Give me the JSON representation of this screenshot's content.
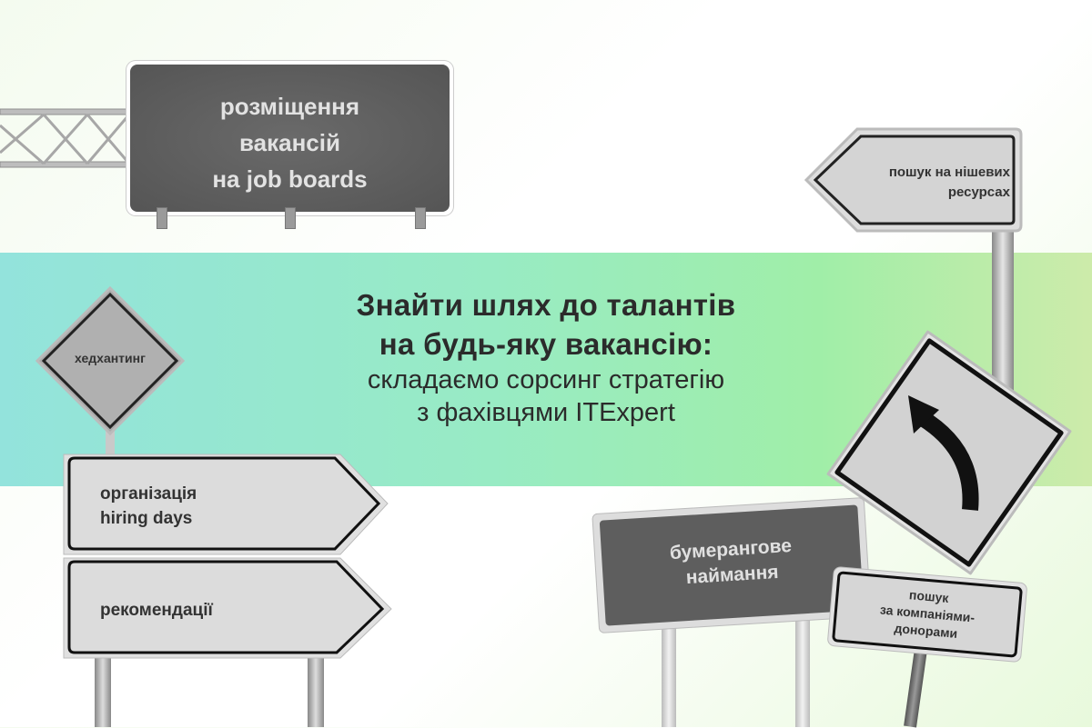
{
  "colors": {
    "band_left": "#93e3dc",
    "band_right": "#cdebaa",
    "headline_text": "#2b2b2b",
    "sign_dark": "#5e5e5e",
    "sign_light": "#d9d9d9"
  },
  "headline": {
    "line1": "Знайти шлях до талантів",
    "line2": "на будь-яку вакансію:",
    "line3": "складаємо сорсинг стратегію",
    "line4": "з фахівцями ITExpert"
  },
  "signs": {
    "job_boards": {
      "line1": "розміщення",
      "line2": "вакансій",
      "line3": "на job boards"
    },
    "niche": {
      "line1": "пошук на нішевих",
      "line2": "ресурсах"
    },
    "headhunting": {
      "label": "хедхантинг"
    },
    "hiring_days": {
      "line1": "організація",
      "line2": "hiring days"
    },
    "referrals": {
      "label": "рекомендації"
    },
    "boomerang": {
      "line1": "бумерангове",
      "line2": "наймання"
    },
    "donor": {
      "line1": "пошук",
      "line2": "за компаніями-",
      "line3": "донорами"
    },
    "curve_arrow": {
      "icon": "curve-left-arrow-icon"
    }
  }
}
